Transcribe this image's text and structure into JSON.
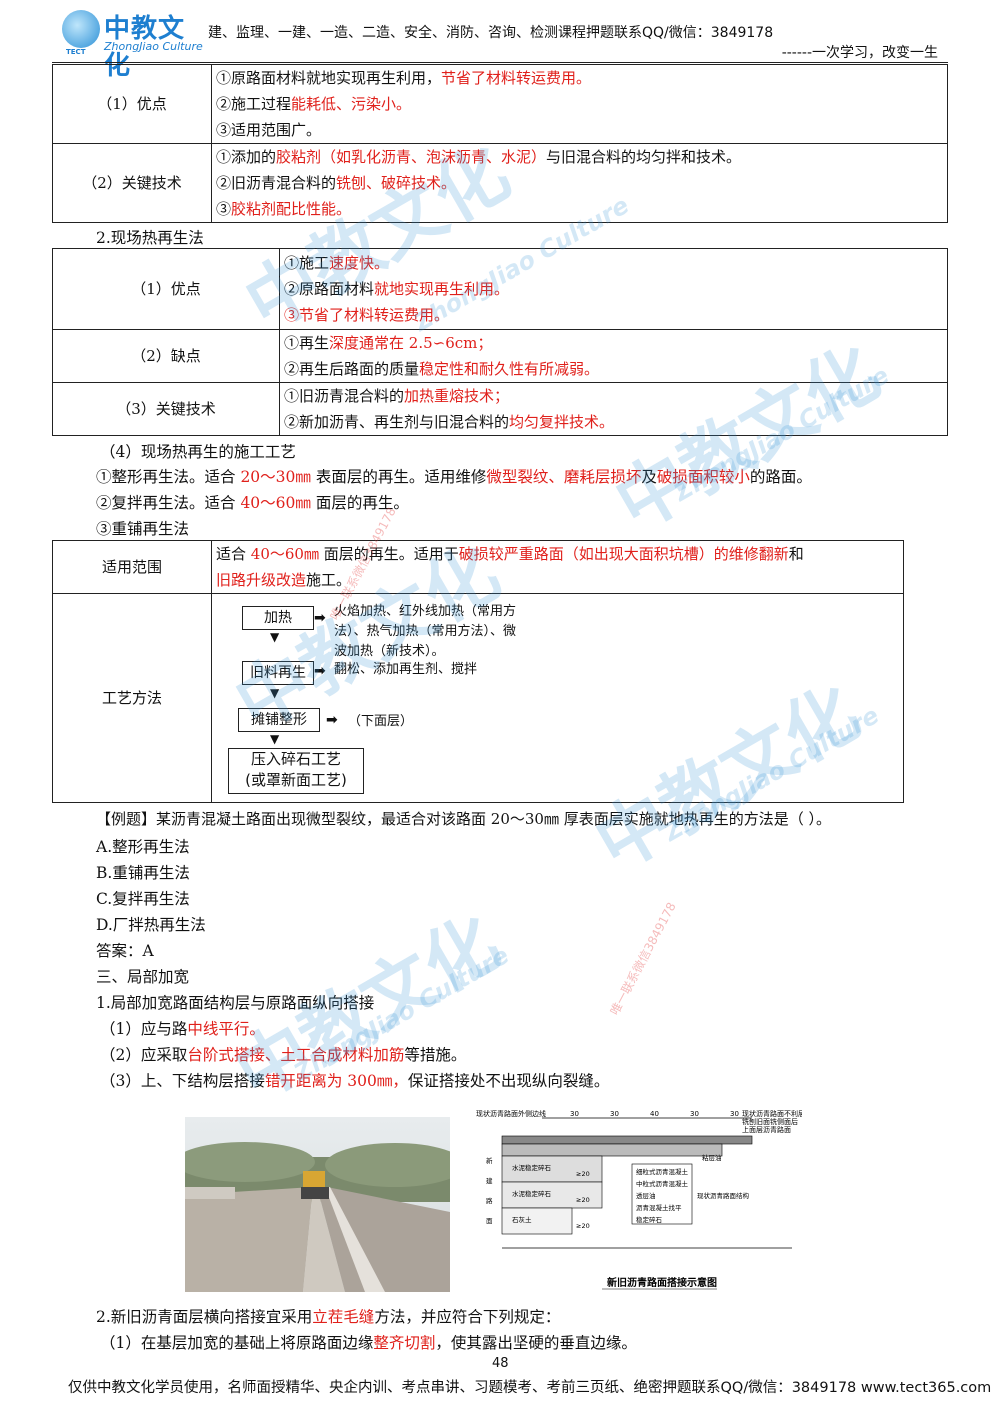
{
  "header": {
    "logo_cn": "中教文化",
    "logo_en": "ZhongJiao Culture",
    "logo_small": "TECT",
    "line1": "建、监理、一建、一造、二造、安全、消防、咨询、检测课程押题联系QQ/微信：3849178",
    "line2": "------一次学习，改变一生"
  },
  "table1": {
    "rows": [
      {
        "label": "（1）优点",
        "lines": [
          [
            "①原路面材料就地实现再生利用，",
            "节省了材料转运费用。",
            ""
          ],
          [
            "②施工过程",
            "能耗低、污染小。",
            ""
          ],
          [
            "③适用范围广。",
            "",
            ""
          ]
        ]
      },
      {
        "label": "（2）关键技术",
        "lines": [
          [
            "①添加的",
            "胶粘剂（如乳化沥青、泡沫沥青、水泥）",
            "与旧混合料的均匀拌和技术。"
          ],
          [
            "②旧沥青混合料的",
            "铣刨、破碎技术。",
            ""
          ],
          [
            "③",
            "胶粘剂配比性能。",
            ""
          ]
        ]
      }
    ]
  },
  "sec2_title": "2.现场热再生法",
  "table2": {
    "rows": [
      {
        "label": "（1）优点",
        "lines": [
          [
            "①施工",
            "速度快。",
            ""
          ],
          [
            "②原路面材料",
            "就地实现再生利用。",
            ""
          ],
          [
            "",
            "③节省了材料转运费用。",
            ""
          ]
        ]
      },
      {
        "label": "（2）缺点",
        "lines": [
          [
            "①再生",
            "深度通常在 2.5∽6cm；",
            ""
          ],
          [
            "②再生后路面的质量",
            "稳定性和耐久性有所减弱。",
            ""
          ]
        ]
      },
      {
        "label": "（3）关键技术",
        "lines": [
          [
            "①旧沥青混合料的",
            "加热重熔技术；",
            ""
          ],
          [
            "②新加沥青、再生剂与旧混合料的",
            "均匀复拌技术。",
            ""
          ]
        ]
      }
    ]
  },
  "process": {
    "title": "（4）现场热再生的施工工艺",
    "item1": [
      "①整形再生法。适合 ",
      "20～30㎜",
      " 表面层的再生。适用维修",
      "微型裂纹、磨耗层损坏",
      "及",
      "破损面积较小",
      "的路面。"
    ],
    "item2": [
      "②复拌再生法。适合 ",
      "40～60㎜",
      " 面层的再生。"
    ],
    "item3": "③重铺再生法"
  },
  "table3": {
    "scope_label": "适用范围",
    "scope_line1": [
      "适合 ",
      "40～60㎜",
      " 面层的再生。适用于",
      "破损较严重路面（如出现大面积坑槽）的维修翻新",
      "和"
    ],
    "scope_line2": [
      "旧路升级改造",
      "施工。"
    ],
    "method_label": "工艺方法",
    "flow": {
      "box1": "加热",
      "desc1": [
        "火焰加热、红外线加热（常用方",
        "法）、热气加热（常用方法）、微",
        "波加热（新技术）。"
      ],
      "box2": "旧料再生",
      "desc2": "翻松、添加再生剂、搅拌",
      "box3": "摊铺整形",
      "desc3": "（下面层）",
      "box4": [
        "压入碎石工艺",
        "(或罩新面工艺)"
      ]
    }
  },
  "example": {
    "question": "【例题】某沥青混凝土路面出现微型裂纹，最适合对该路面 20～30㎜ 厚表面层实施就地热再生的方法是（    ）。",
    "options": [
      "A.整形再生法",
      "B.重铺再生法",
      "C.复拌再生法",
      "D.厂拌热再生法"
    ],
    "answer": "答案：A"
  },
  "section3": {
    "title": "三、局部加宽",
    "sub1": "1.局部加宽路面结构层与原路面纵向搭接",
    "items": [
      [
        "（1）应与路",
        "中线平行。",
        ""
      ],
      [
        "（2）应采取",
        "台阶式搭接、土工合成材料加筋",
        "等措施。"
      ],
      [
        "（3）上、下结构层搭接",
        "错开距离为 300㎜，",
        "保证搭接处不出现纵向裂缝。"
      ]
    ]
  },
  "diagram": {
    "caption": "新旧沥青路面搭接示意图",
    "dims": [
      "30",
      "30",
      "40",
      "30",
      "30"
    ],
    "left_label": [
      "新",
      "建",
      "路",
      "面"
    ],
    "top_left": "现状沥青路面外侧边线",
    "top_right": [
      "现状沥青路面不利层",
      "铣刨旧面铣侧面后",
      "上面层沥青路面"
    ],
    "layers": [
      "细粒式沥青混凝土",
      "中粒式沥青混凝土",
      "透层油",
      "沥青混凝土找平",
      "稳定碎石"
    ],
    "base": [
      "水泥稳定碎石",
      "水泥稳定碎石",
      "石灰土"
    ],
    "marks": [
      "≥20",
      "≥20",
      "≥20"
    ],
    "right_note": "现状沥青路面结构",
    "note": "粘层油"
  },
  "sub2": [
    "2.新旧沥青面层横向搭接宜采用",
    "立茬毛缝",
    "方法，并应符合下列规定："
  ],
  "sub2_item1": [
    "（1）在基层加宽的基础上将原路面边缘",
    "整齐切割",
    "，使其露出坚硬的垂直边缘。"
  ],
  "page_number": "48",
  "footer": "仅供中教文化学员使用，名师面授精华、央企内训、考点串讲、习题模考、考前三页纸、绝密押题联系QQ/微信：3849178 www.tect365.com",
  "watermarks": {
    "brand": "中教文化",
    "brand_en": "ZhongJiao Culture",
    "vertical": "唯一联系微信3849178"
  }
}
